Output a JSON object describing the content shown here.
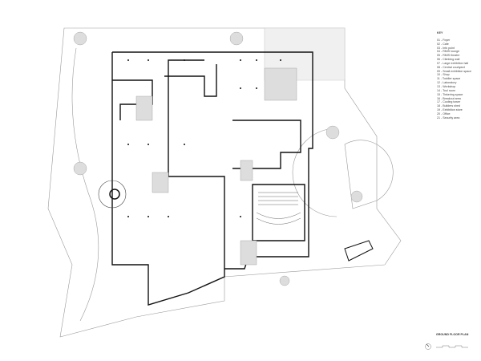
{
  "title": "GROUND FLOOR PLAN",
  "key": {
    "heading": "KEY",
    "items": [
      "01 - Foyer",
      "02 - Cafe",
      "03 - Info point",
      "04 - RMIS lounge",
      "05 - RMIS theatre",
      "06 - Climbing wall",
      "07 - Large exhibition hall",
      "08 - Central courtyard",
      "09 - Small exhibition space",
      "10 - Shop",
      "11 - Toddler space",
      "12 - Laboratory",
      "13 - Workshop",
      "14 - Tool room",
      "15 - Tinkering space",
      "16 - Breakout area",
      "17 - Cooling tower",
      "18 - Builders shed",
      "19 - Exhibition store",
      "20 - Office",
      "21 - Security area"
    ]
  },
  "icons": {
    "north": "north-arrow-icon"
  }
}
